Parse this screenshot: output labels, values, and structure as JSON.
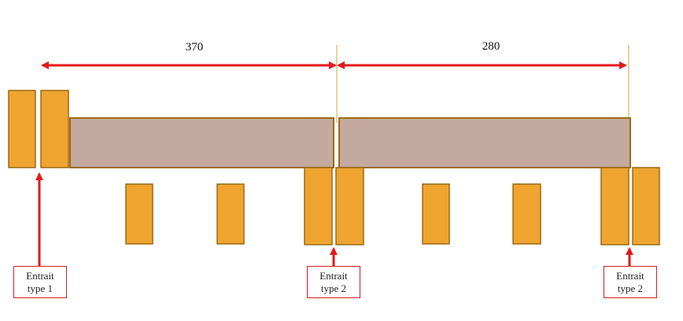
{
  "dimensions": [
    {
      "id": "span-1",
      "value": "370"
    },
    {
      "id": "span-2",
      "value": "280"
    }
  ],
  "labels": [
    {
      "line1": "Entrait",
      "line2": "type 1"
    },
    {
      "line1": "Entrait",
      "line2": "type 2"
    },
    {
      "line1": "Entrait",
      "line2": "type 2"
    }
  ],
  "colors": {
    "block_fill": "#EFA430",
    "block_stroke": "#9C6A14",
    "beam_fill": "#C4A99F",
    "beam_stroke": "#9C6A14",
    "arrow": "#E3191C",
    "guide_line": "#C9A64A",
    "label_border": "#D21F1F"
  }
}
